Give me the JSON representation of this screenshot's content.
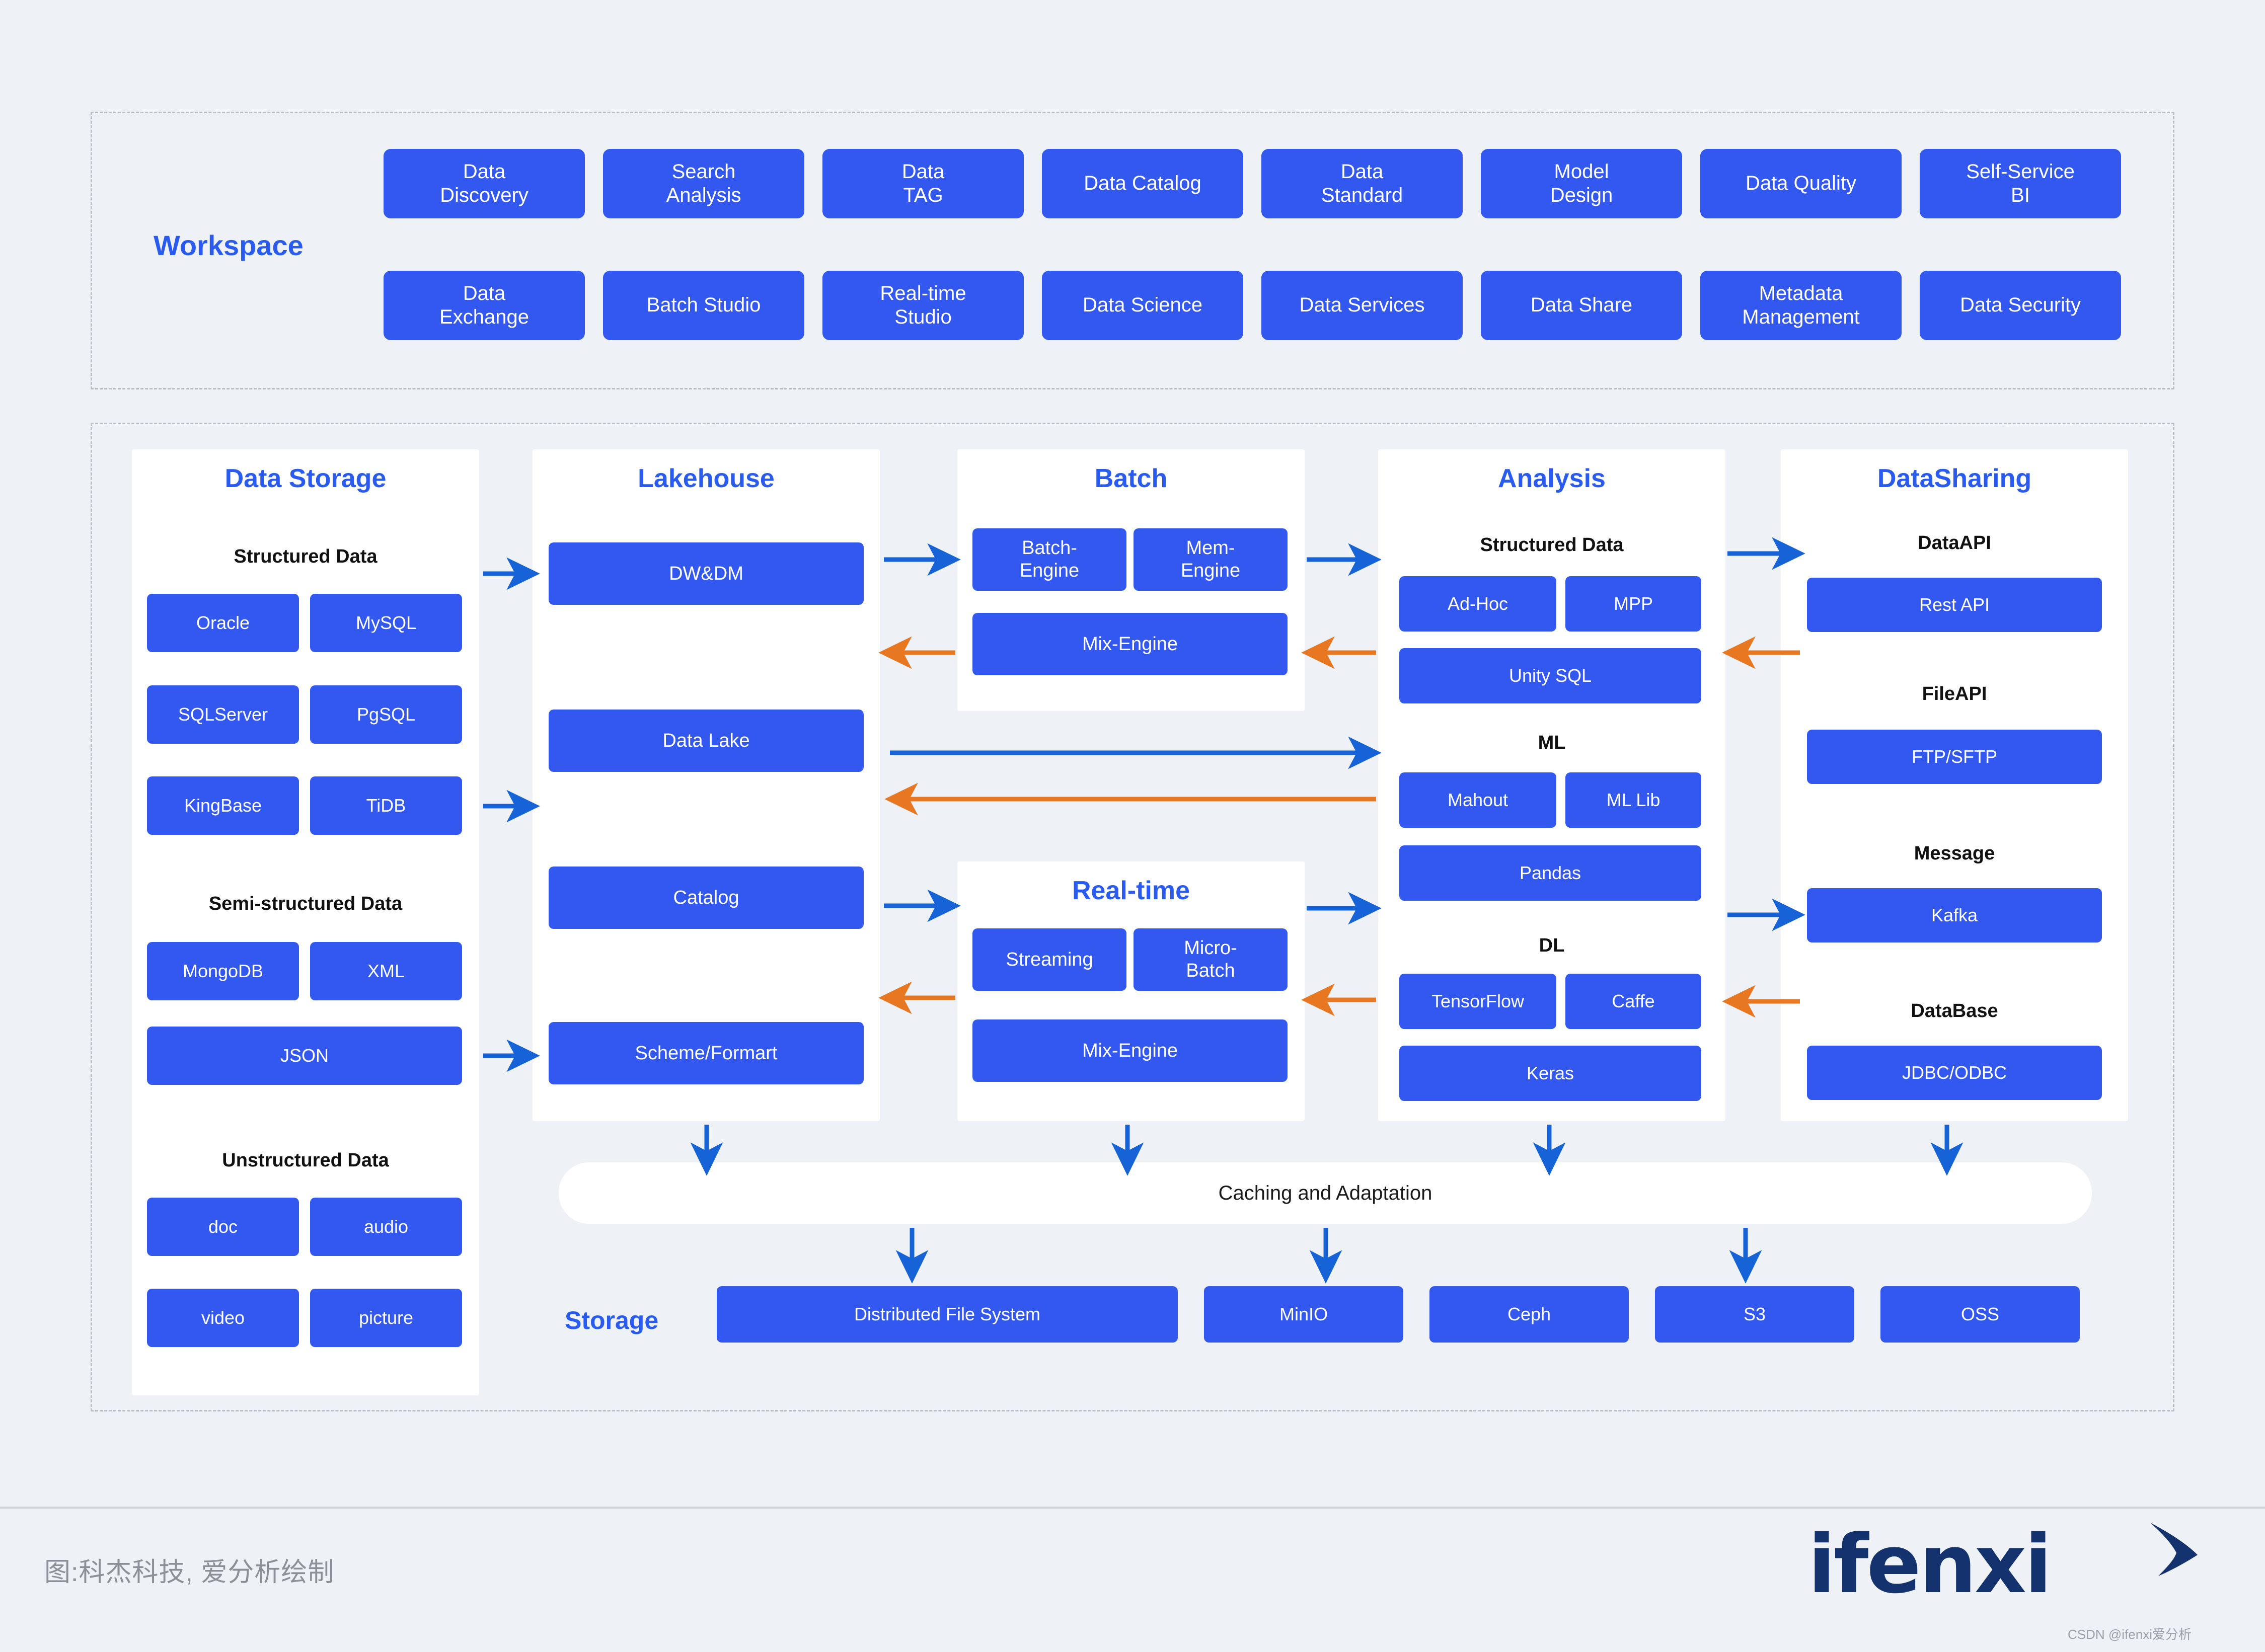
{
  "workspace": {
    "label": "Workspace",
    "row1": [
      "Data\nDiscovery",
      "Search\nAnalysis",
      "Data\nTAG",
      "Data Catalog",
      "Data\nStandard",
      "Model\nDesign",
      "Data Quality",
      "Self-Service\nBI"
    ],
    "row2": [
      "Data\nExchange",
      "Batch Studio",
      "Real-time\nStudio",
      "Data Science",
      "Data Services",
      "Data Share",
      "Metadata\nManagement",
      "Data Security"
    ]
  },
  "data_storage": {
    "title": "Data Storage",
    "groups": [
      {
        "label": "Structured Data",
        "items": [
          "Oracle",
          "MySQL",
          "SQLServer",
          "PgSQL",
          "KingBase",
          "TiDB"
        ]
      },
      {
        "label": "Semi-structured Data",
        "items": [
          "MongoDB",
          "XML",
          "JSON"
        ]
      },
      {
        "label": "Unstructured Data",
        "items": [
          "doc",
          "audio",
          "video",
          "picture"
        ]
      }
    ]
  },
  "lakehouse": {
    "title": "Lakehouse",
    "items": [
      "DW&DM",
      "Data Lake",
      "Catalog",
      "Scheme/Formart"
    ]
  },
  "batch": {
    "title": "Batch",
    "items": [
      "Batch-\nEngine",
      "Mem-\nEngine",
      "Mix-Engine"
    ]
  },
  "realtime": {
    "title": "Real-time",
    "items": [
      "Streaming",
      "Micro-\nBatch",
      "Mix-Engine"
    ]
  },
  "analysis": {
    "title": "Analysis",
    "groups": [
      {
        "label": "Structured Data",
        "items": [
          "Ad-Hoc",
          "MPP",
          "Unity SQL"
        ]
      },
      {
        "label": "ML",
        "items": [
          "Mahout",
          "ML Lib",
          "Pandas"
        ]
      },
      {
        "label": "DL",
        "items": [
          "TensorFlow",
          "Caffe",
          "Keras"
        ]
      }
    ]
  },
  "datasharing": {
    "title": "DataSharing",
    "groups": [
      {
        "label": "DataAPI",
        "items": [
          "Rest API"
        ]
      },
      {
        "label": "FileAPI",
        "items": [
          "FTP/SFTP"
        ]
      },
      {
        "label": "Message",
        "items": [
          "Kafka"
        ]
      },
      {
        "label": "DataBase",
        "items": [
          "JDBC/ODBC"
        ]
      }
    ]
  },
  "caching": {
    "label": "Caching and Adaptation"
  },
  "storage": {
    "label": "Storage",
    "items": [
      "Distributed File System",
      "MinIO",
      "Ceph",
      "S3",
      "OSS"
    ]
  },
  "footer": {
    "caption": "图:科杰科技, 爱分析绘制",
    "logo": "ifenxi",
    "watermark": "CSDN @ifenxi爱分析"
  },
  "colors": {
    "tile_blue": "#3258f0",
    "title_blue": "#2a5bf0",
    "arrow_blue": "#1663d8",
    "arrow_orange": "#e87722",
    "background": "#eef2f7",
    "panel_white": "#ffffff",
    "dashed_border": "#b9bfc9",
    "logo_navy": "#13326e"
  }
}
